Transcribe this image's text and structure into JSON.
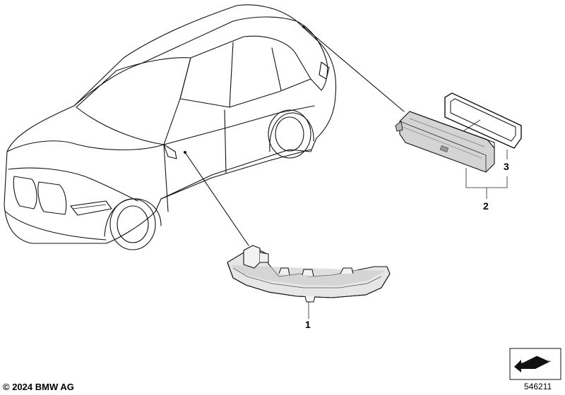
{
  "callouts": {
    "part_1": "1",
    "part_2": "2",
    "part_3": "3"
  },
  "footer": {
    "copyright": "© 2024 BMW AG",
    "diagram_number": "546211"
  }
}
